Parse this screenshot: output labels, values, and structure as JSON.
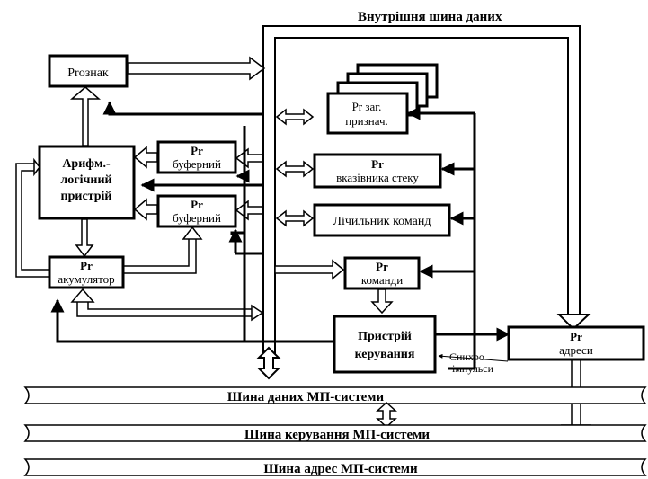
{
  "title": "Внутрішня шина даних",
  "blocks": {
    "rg_flags": {
      "label": "Prознак"
    },
    "alu": {
      "lines": [
        "Арифм.-",
        "логічний",
        "пристрій"
      ]
    },
    "buf1": {
      "top": "Pr",
      "bottom": "буферний"
    },
    "buf2": {
      "top": "Pr",
      "bottom": "буферний"
    },
    "accumulator": {
      "top": "Pr",
      "bottom": "акумулятор"
    },
    "general_regs": {
      "top": "Pr заг.",
      "bottom": "признач."
    },
    "stack_pointer": {
      "top": "Pr",
      "bottom": "вказівника стеку"
    },
    "program_counter": {
      "label": "Лічильник команд"
    },
    "instruction_reg": {
      "top": "Pr",
      "bottom": "команди"
    },
    "control_unit": {
      "lines": [
        "Пристрій",
        "керування"
      ]
    },
    "address_reg": {
      "top": "Pr",
      "bottom": "адреси"
    }
  },
  "sync_label": {
    "lines": [
      "Синхро",
      "імпульси"
    ]
  },
  "buses": {
    "data": "Шина даних МП-системи",
    "control": "Шина керування МП-системи",
    "address": "Шина адрес МП-системи"
  }
}
